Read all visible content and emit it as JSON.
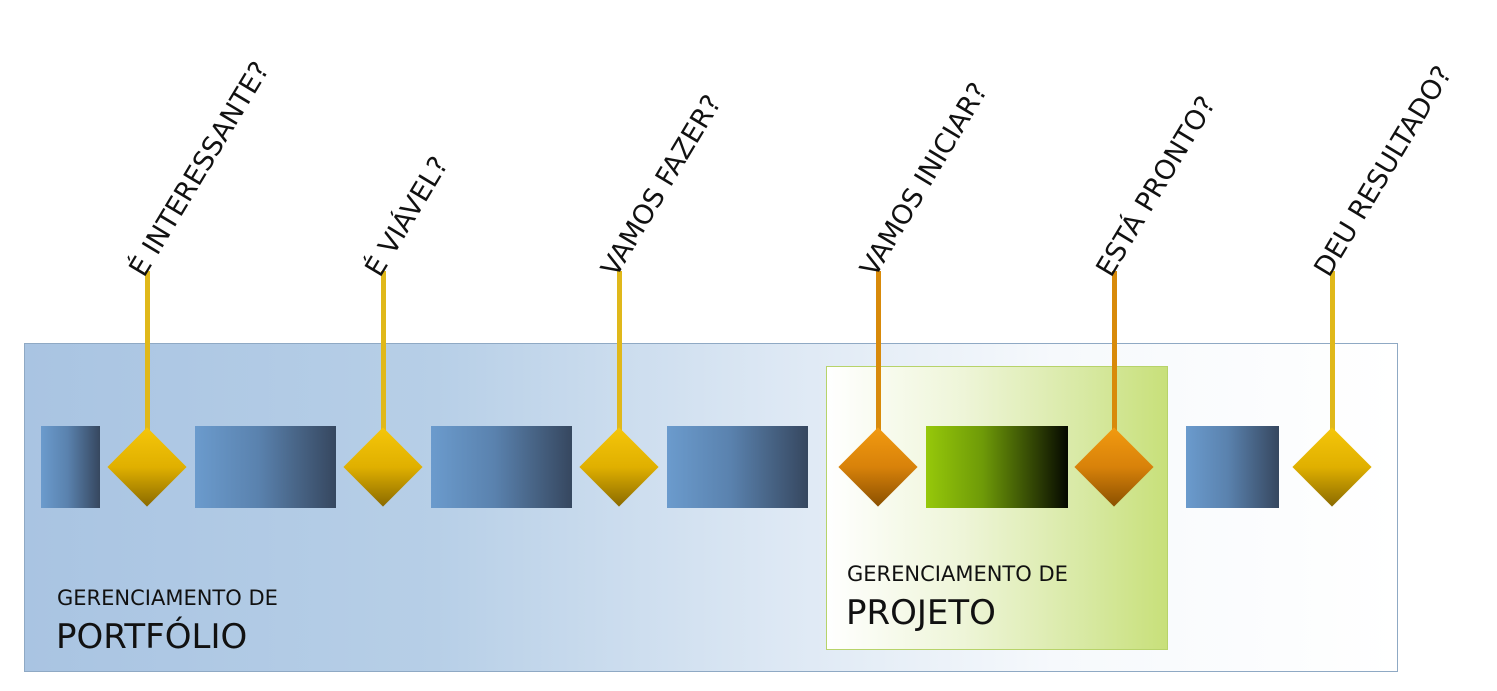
{
  "questions": [
    "É INTERESSANTE?",
    "É VIÁVEL?",
    "VAMOS FAZER?",
    "VAMOS INICIAR?",
    "ESTÁ PRONTO?",
    "DEU RESULTADO?"
  ],
  "portfolio": {
    "line1": "GERENCIAMENTO DE",
    "line2": "PORTFÓLIO"
  },
  "project": {
    "line1": "GERENCIAMENTO DE",
    "line2": "PROJETO"
  },
  "colors": {
    "gate_yellow": "#e0b000",
    "gate_orange": "#d8820a",
    "phase_blue": "#5a82ae",
    "phase_green": "#6e9a08"
  }
}
